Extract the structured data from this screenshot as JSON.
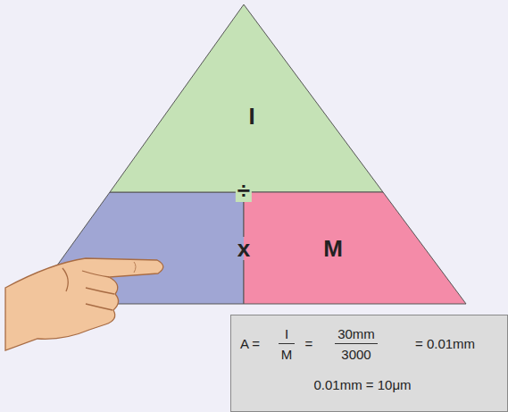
{
  "diagram": {
    "nodes": [
      {
        "text": [
          "I"
        ]
      },
      {
        "text": [
          "M"
        ]
      },
      {
        "text": [
          "A =",
          "I",
          "M",
          "=",
          "30mm",
          "3000",
          "= 0.01mm",
          "0.01mm = 10μm"
        ]
      }
    ],
    "labels": [
      "÷",
      "x"
    ]
  }
}
